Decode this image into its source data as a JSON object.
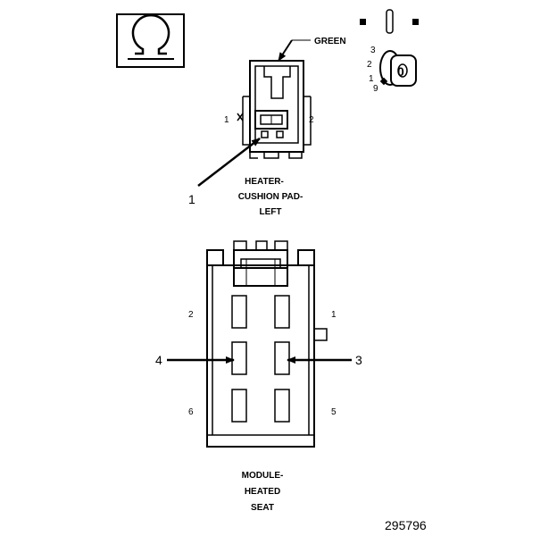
{
  "top_connector": {
    "wire_color": "GREEN",
    "pin_left": "1",
    "pin_right": "2",
    "callout": "1",
    "title_lines": [
      "HEATER-",
      "CUSHION PAD-",
      "LEFT"
    ]
  },
  "ignition_inset": {
    "positions": [
      "3",
      "2",
      "1",
      "9"
    ],
    "key_label": "0"
  },
  "bottom_connector": {
    "pins": [
      "2",
      "1",
      "6",
      "5"
    ],
    "callout_left": "4",
    "callout_right": "3",
    "title_lines": [
      "MODULE-",
      "HEATED",
      "SEAT"
    ]
  },
  "figure_number": "295796",
  "icons": {
    "ohm": "ohm-meter-icon",
    "switch": "ignition-switch-icon"
  }
}
